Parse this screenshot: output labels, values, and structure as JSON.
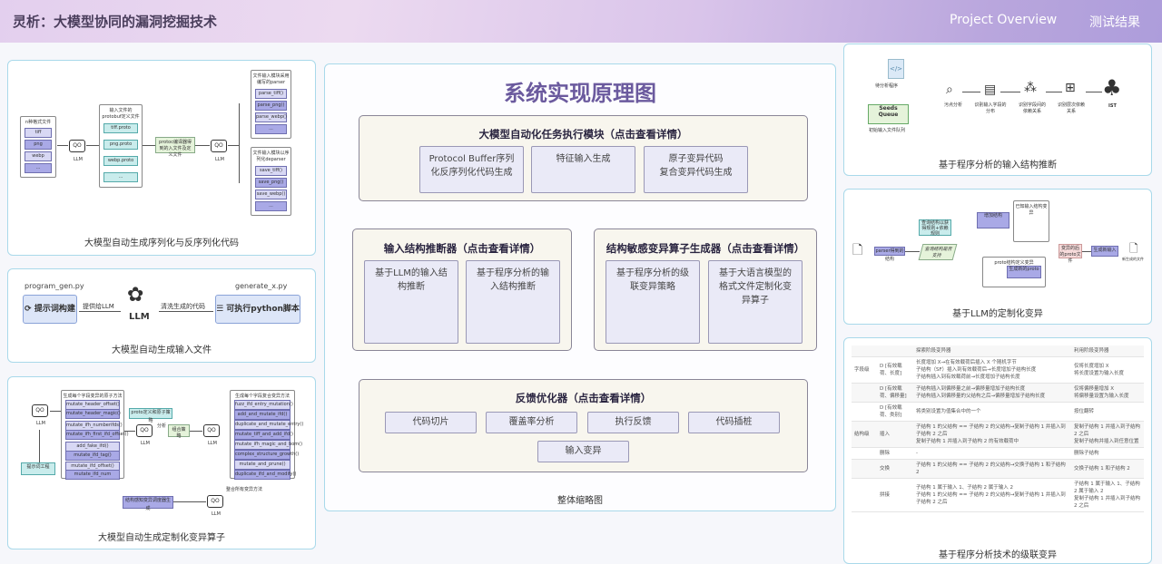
{
  "header": {
    "title": "灵析：大模型协同的漏洞挖掘技术",
    "nav": [
      "Project Overview",
      "测试结果"
    ]
  },
  "left": {
    "serdes": {
      "caption": "大模型自动生成序列化与反序列化代码",
      "formats_title": "n种格式文件",
      "formats": [
        "tiff",
        "png",
        "webp",
        "..."
      ],
      "llm": "LLM",
      "proto_title": "输入文件的protobuf定义文件",
      "protos": [
        "tiff.proto",
        "png.proto",
        "webp.proto",
        "..."
      ],
      "protoc": "protoc编译器得到的入文件及定义文件",
      "parser_title": "文件输入模块采用编写的parser",
      "parsers": [
        "parse_tiff()",
        "parse_png()",
        "parse_webp()",
        "..."
      ],
      "deparser_title": "文件输入模块以序列化deparser",
      "deparsers": [
        "save_tiff()",
        "save_png()",
        "save_webp()",
        "..."
      ]
    },
    "inputgen": {
      "caption": "大模型自动生成输入文件",
      "left_file": "program_gen.py",
      "left_box": "提示词构建",
      "arrow1": "提供给LLM",
      "llm": "LLM",
      "arrow2": "清洗生成的代码",
      "right_file": "generate_x.py",
      "right_box": "可执行python脚本"
    },
    "mutator": {
      "caption": "大模型自动生成定制化变异算子",
      "prompt_eng": "提示词工程",
      "list_title": "生成每个字段变异的原子方法",
      "atomic": [
        "mutate_header_offset()",
        "mutate_header_magic()",
        "mutate_ifh_numberifds()",
        "mutate_ifh_first_ifd_offset()",
        "add_fake_ifd()",
        "mutate_ifd_tag()",
        "mutate_ifd_offset()",
        "mutate_ifd_num"
      ],
      "proto_def": "proto定义和原子策略",
      "analyze": "分析",
      "combine": "组合策略",
      "compose_title": "生成每个字段复合变异方法",
      "composite": [
        "fuzz_ifd_entry_mutation()",
        "add_and_mutate_ifd()",
        "duplicate_and_mutate_entry()",
        "mutate_tiff_and_add_ifd()",
        "mutate_ifh_magic_and_bom()",
        "complex_structure_growth()",
        "mutate_and_prune()",
        "duplicate_ifd_and_modify()"
      ],
      "merge": "整合所有变异方法",
      "output": "结构感知变异调度器生成",
      "llm": "LLM"
    }
  },
  "center": {
    "title": "系统实现原理图",
    "modules": [
      {
        "title": "大模型自动化任务执行模块（点击查看详情）",
        "items": [
          "Protocol Buffer序列化反序列化代码生成",
          "特征输入生成",
          "原子变异代码\n复合变异代码生成"
        ]
      },
      {
        "title": "输入结构推断器（点击查看详情）",
        "items": [
          "基于LLM的输入结构推断",
          "基于程序分析的输入结构推断"
        ]
      },
      {
        "title": "结构敏感变异算子生成器（点击查看详情）",
        "items": [
          "基于程序分析的级联变异策略",
          "基于大语言模型的格式文件定制化变异算子"
        ]
      },
      {
        "title": "反馈优化器（点击查看详情）",
        "items": [
          "代码切片",
          "覆盖率分析",
          "执行反馈",
          "代码插桩",
          "输入变异"
        ]
      }
    ],
    "caption": "整体缩略图"
  },
  "right": {
    "infer": {
      "caption": "基于程序分析的输入结构推断",
      "program": "待分析程序",
      "seeds": "Seeds Queue",
      "seeds_label": "初始输入文件队列",
      "steps": [
        "污点分析",
        "识别输入字段的分布",
        "识别字段间的依赖关系",
        "识别层次依赖关系",
        "IST"
      ]
    },
    "llmmut": {
      "caption": "基于LLM的定制化变异",
      "nodes": [
        "parser得到的结构",
        "查询结构以获得规则+依赖规则",
        "查询结构是否支持",
        "增加结构",
        "已知输入结构变异",
        "proto结构定义变异",
        "生成新的proto",
        "变异的后的proto文件",
        "生成新输入",
        "新生成的文件"
      ]
    },
    "cascade": {
      "caption": "基于程序分析技术的级联变异",
      "headers": [
        "",
        "",
        "探索阶段变异器",
        "利用阶段变异器"
      ],
      "rows": [
        [
          "字段级",
          "D [有效载荷、长度]",
          "长度增加 X→在有效载荷后插入 X 个随机字节\n子结构（SF）插入到有效载荷后→长度增加子结构长度\n子结构插入到有效载荷前→长度增加子结构长度",
          "仅将长度增加 X\n将长度设置为输入长度"
        ],
        [
          "",
          "D [有效载荷、偏移量]",
          "子结构插入到偏移量之前→偏移量增加子结构长度\n子结构插入到偏移量的父结构之后→偏移量增加子结构长度",
          "仅将偏移量增加 X\n将偏移量设置为输入长度"
        ],
        [
          "",
          "D [有效载荷、类别]",
          "将类别设置为值集合中的一个",
          "按位翻转"
        ],
        [
          "结构级",
          "插入",
          "子结构 1 的父结构 == 子结构 2 的父结构→复制子结构 1 并插入到子结构 2 之后\n复制子结构 1 并插入到子结构 2 的有效载荷中",
          "复制子结构 1 并插入到子结构 2 之后\n复制子结构并插入到任意位置"
        ],
        [
          "",
          "删除",
          "-",
          "删除子结构"
        ],
        [
          "",
          "交换",
          "子结构 1 的父结构 == 子结构 2 的父结构→交换子结构 1 和子结构 2",
          "交换子结构 1 和子结构 2"
        ],
        [
          "",
          "拼接",
          "子结构 1 属于输入 1、子结构 2 属于输入 2\n子结构 1 的父结构 == 子结构 2 的父结构→复制子结构 1 并插入到子结构 2 之后",
          "子结构 1 属于输入 1、子结构 2 属于输入 2\n复制子结构 1 并插入到子结构 2 之后"
        ]
      ]
    }
  },
  "colors": {
    "accent": "#6b5a9e",
    "card_border": "#a9d9ea",
    "module_bg": "#f8f6ee",
    "sub_bg": "#eaeaf7"
  }
}
